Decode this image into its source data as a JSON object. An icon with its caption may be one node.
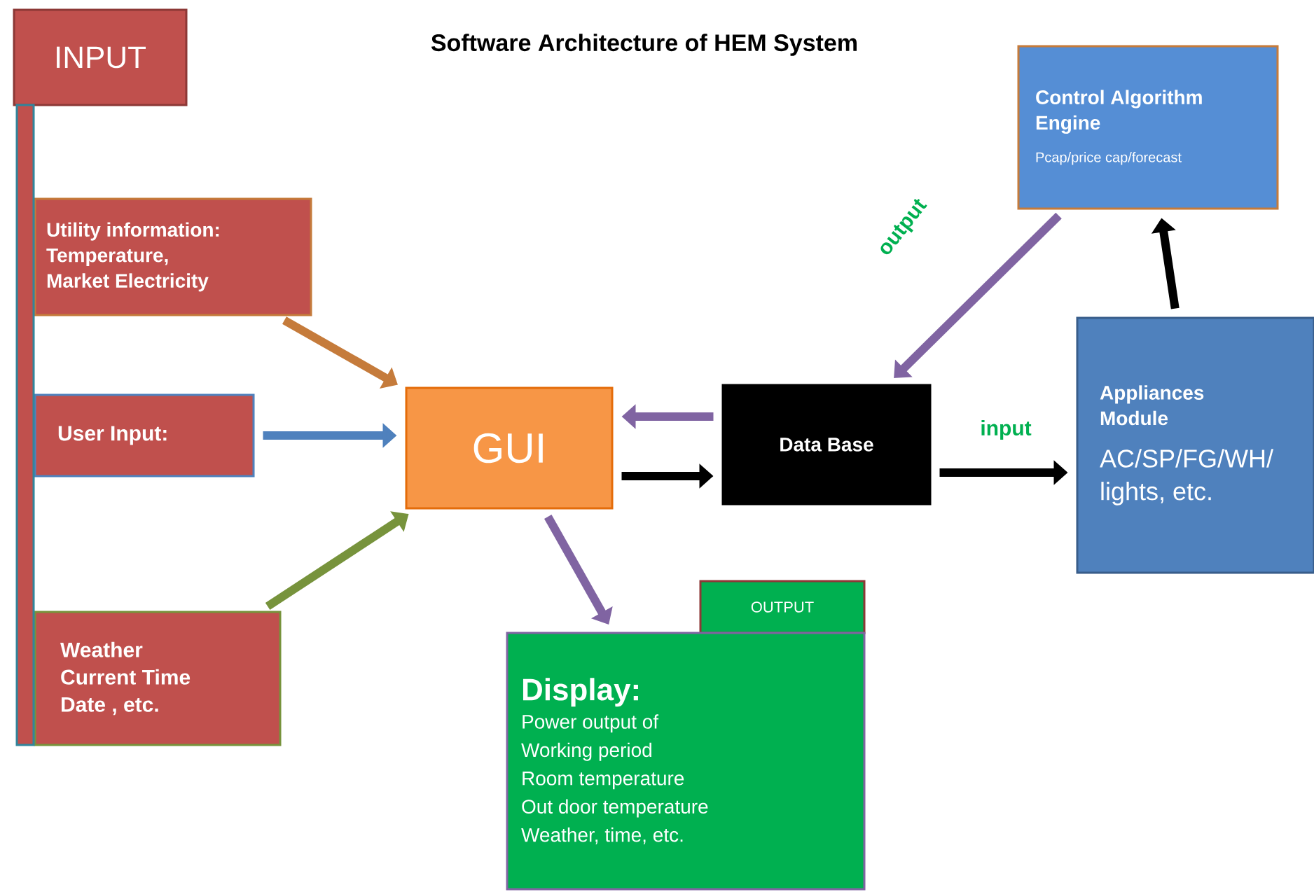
{
  "diagram": {
    "title": "Software Architecture of HEM System",
    "nodes": [
      {
        "text": [
          "INPUT"
        ]
      },
      {
        "text": [
          "Utility information: Temperature, Market Electricity"
        ]
      },
      {
        "text": [
          "User Input:"
        ]
      },
      {
        "text": [
          "Weather Current Time Date , etc."
        ]
      },
      {
        "text": [
          "GUI"
        ]
      },
      {
        "text": [
          "Data Base"
        ]
      },
      {
        "text": [
          "Control Algorithm Engine",
          "Pcap/price cap/forecast"
        ]
      },
      {
        "text": [
          "Appliances Module",
          "AC/SP/FG/WH/ lights, etc."
        ]
      },
      {
        "text": [
          "OUTPUT"
        ]
      },
      {
        "text": [
          "Display:",
          "Power output of",
          "Working period",
          "Room temperature",
          "Out door temperature",
          "Weather, time, etc."
        ]
      },
      {
        "text": [],
        "shape": "bar"
      }
    ],
    "edges": [
      {
        "from": 1,
        "to": 4,
        "arrow": "to",
        "color": "#c57b3b"
      },
      {
        "from": 2,
        "to": 4,
        "arrow": "to",
        "color": "#4f81bd"
      },
      {
        "from": 3,
        "to": 4,
        "arrow": "to",
        "color": "#77933c"
      },
      {
        "from": 5,
        "to": 4,
        "arrow": "to",
        "color": "#8064a2"
      },
      {
        "from": 4,
        "to": 5,
        "arrow": "to",
        "color": "#000000"
      },
      {
        "from": 6,
        "to": 5,
        "arrow": "to",
        "color": "#8064a2",
        "label": "output"
      },
      {
        "from": 5,
        "to": 7,
        "arrow": "to",
        "label": "input",
        "color": "#000000"
      },
      {
        "from": 7,
        "to": 6,
        "arrow": "to",
        "color": "#000000"
      },
      {
        "from": 4,
        "to": 9,
        "arrow": "to",
        "color": "#8064a2"
      }
    ]
  }
}
